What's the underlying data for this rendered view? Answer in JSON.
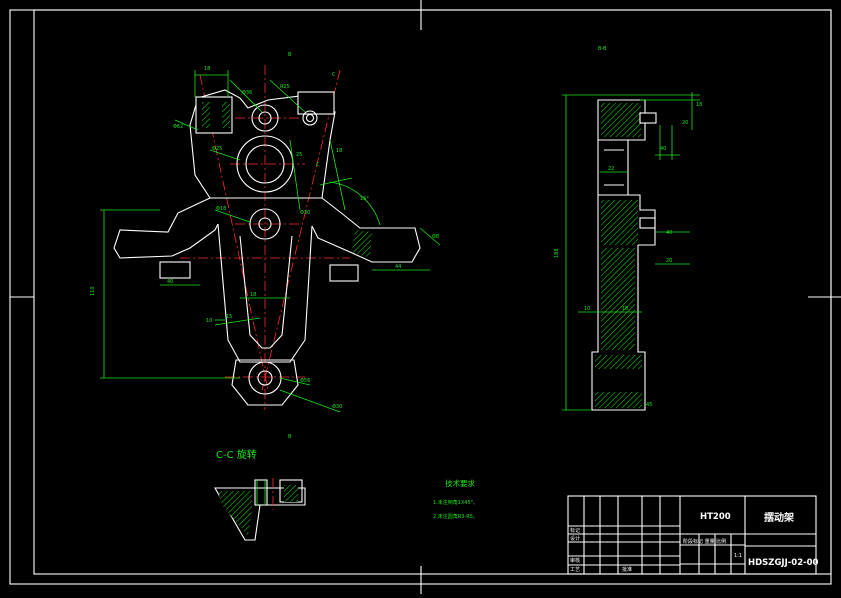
{
  "drawing": {
    "main_view": {
      "section_marks": [
        "B",
        "C",
        "C",
        "B"
      ],
      "dimensions": [
        "18",
        "Φ62",
        "Φ36",
        "R25",
        "Φ25",
        "Φ18",
        "25",
        "18",
        "Φ30",
        "15°",
        "Φ8",
        "44",
        "40",
        "15",
        "18",
        "110",
        "10",
        "Φ56",
        "Φ30"
      ]
    },
    "side_view": {
      "label": "B-B",
      "dimensions": [
        "18",
        "20",
        "40",
        "22",
        "40",
        "20",
        "10",
        "18",
        "188",
        "45"
      ]
    },
    "section_view": {
      "label": "C-C 旋转"
    },
    "tech_requirements": {
      "title": "技术要求",
      "items": [
        "1.未注倒角1X45°。",
        "2.未注圆角R3-R5。"
      ]
    },
    "title_block": {
      "material": "HT200",
      "part_name": "摆动架",
      "drawing_number": "HDSZGJJ-02-00",
      "row_labels": [
        "标记",
        "设计",
        "审核",
        "工艺"
      ],
      "scale": "1:1",
      "approve": "批准",
      "small_text": "阶段标记 重量 比例"
    }
  }
}
